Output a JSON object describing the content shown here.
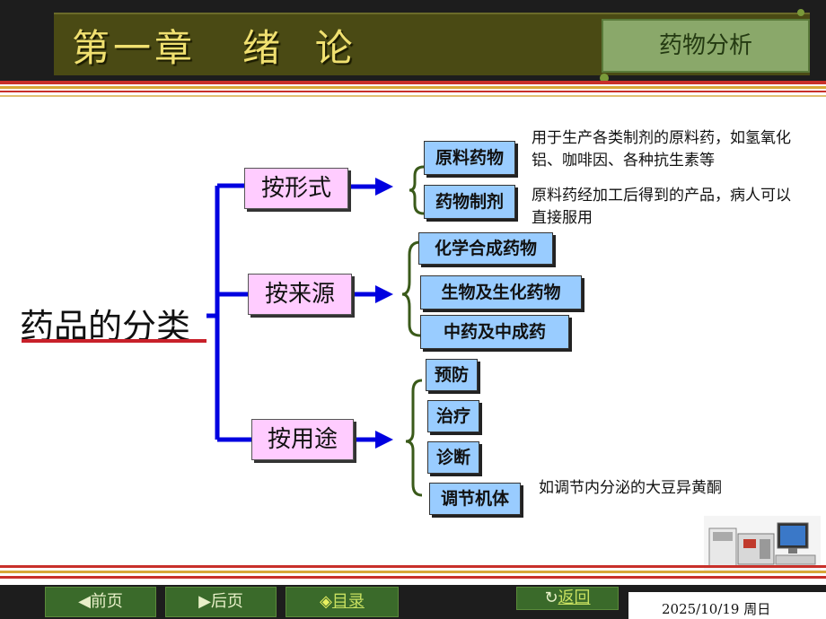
{
  "header": {
    "chapter_title": "第一章   绪  论",
    "course_name": "药物分析"
  },
  "diagram": {
    "root": "药品的分类",
    "categories": [
      {
        "label": "按形式",
        "items": [
          "原料药物",
          "药物制剂"
        ],
        "notes": [
          "用于生产各类制剂的原料药，如氢氧化铝、咖啡因、各种抗生素等",
          "原料药经加工后得到的产品，病人可以直接服用"
        ]
      },
      {
        "label": "按来源",
        "items": [
          "化学合成药物",
          "生物及生化药物",
          "中药及中成药"
        ]
      },
      {
        "label": "按用途",
        "items": [
          "预防",
          "治疗",
          "诊断",
          "调节机体"
        ],
        "notes": [
          "如调节内分泌的大豆异黄酮"
        ]
      }
    ]
  },
  "footer": {
    "prev": "前页",
    "next": "后页",
    "contents": "目录",
    "back": "返回",
    "date": "2025/10/19 周日"
  },
  "colors": {
    "connector": "#0000e0",
    "category_fill": "#ffccff",
    "item_fill": "#99ccff",
    "brace": "#3a5a1a",
    "root_underline": "#c8202a"
  }
}
